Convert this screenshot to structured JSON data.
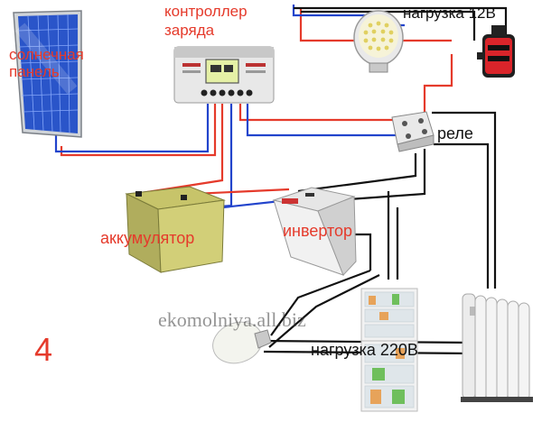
{
  "labels": {
    "solar_panel": [
      "солнечная",
      "панель"
    ],
    "controller": [
      "контроллер",
      "заряда"
    ],
    "load_12v": "нагрузка 12В",
    "relay": "реле",
    "battery": "аккумулятор",
    "inverter": "инвертор",
    "load_220v": "нагрузка 220В",
    "figure_number": "4",
    "watermark": "ekomolniya.all.biz"
  },
  "colors": {
    "plus_wire": "#e53a2b",
    "minus_wire": "#2244cc",
    "ac_wire": "#111111",
    "label_red": "#e53a2b",
    "panel_cell": "#2a55c9"
  }
}
